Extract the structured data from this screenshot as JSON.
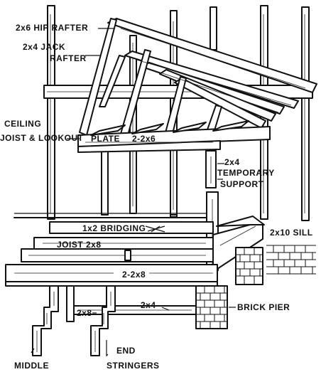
{
  "labels": {
    "hip_rafter": "2x6 HIP RAFTER",
    "jack_rafter_1": "2x4 JACK",
    "jack_rafter_2": "RAFTER",
    "ceiling_1": "CEILING",
    "ceiling_2": "JOIST & LOOKOUT",
    "plate": "PLATE",
    "plate_size": "2-2x6",
    "temp_support_1": "2x4",
    "temp_support_2": "TEMPORARY",
    "temp_support_3": "SUPPORT",
    "bridging": "1x2 BRIDGING",
    "joist": "JOIST 2x8",
    "sill": "2x10 SILL",
    "beam": "2-2x8",
    "stringer_size": "2x8",
    "ledger": "2x4",
    "brick_pier": "BRICK PIER",
    "middle": "MIDDLE",
    "end": "END",
    "stringers": "STRINGERS"
  }
}
